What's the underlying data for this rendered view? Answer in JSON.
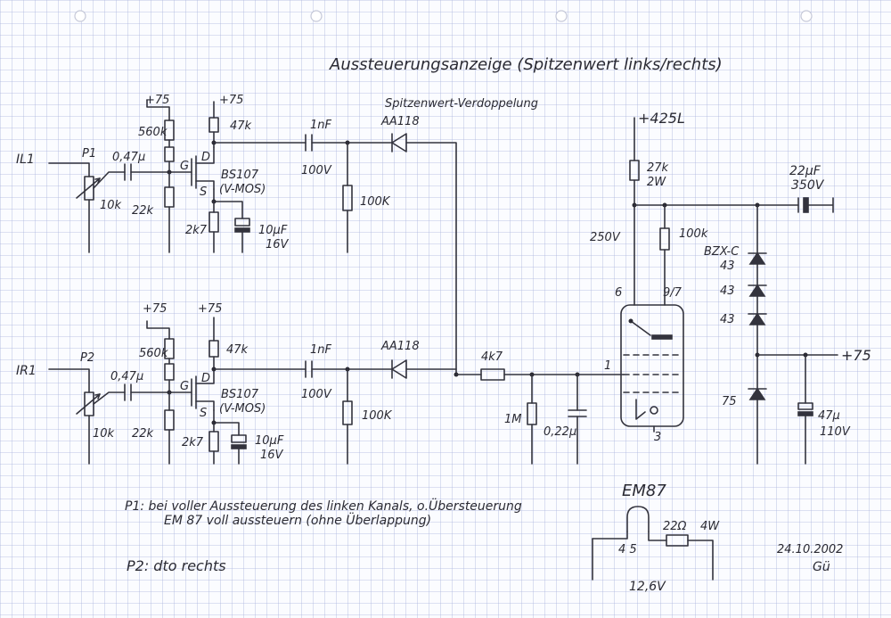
{
  "title": "Aussteuerungsanzeige (Spitzenwert links/rechts)",
  "subtitle": "Spitzenwert-Verdoppelung",
  "channels": {
    "left": {
      "input": "IL1",
      "pot": "P1",
      "pot_value": "10k",
      "cap_in": "0,47µ",
      "r_upper": "560k",
      "r_lower": "22k",
      "supply": "+75",
      "drain_r": "47k",
      "fet": "BS107",
      "fet_type": "(V-MOS)",
      "gate": "G",
      "drain": "D",
      "source": "S",
      "source_r": "2k7",
      "source_cap": "10µF",
      "source_cap_v": "16V",
      "coupling_cap": "1nF",
      "coupling_cap_v": "100V",
      "shunt_r": "100K",
      "diode": "AA118"
    },
    "right": {
      "input": "IR1",
      "pot": "P2",
      "pot_value": "10k",
      "cap_in": "0,47µ",
      "r_upper": "560k",
      "r_lower": "22k",
      "supply": "+75",
      "drain_r": "47k",
      "fet": "BS107",
      "fet_type": "(V-MOS)",
      "gate": "G",
      "drain": "D",
      "source": "S",
      "source_r": "2k7",
      "source_cap": "10µF",
      "source_cap_v": "16V",
      "coupling_cap": "1nF",
      "coupling_cap_v": "100V",
      "shunt_r": "100K",
      "diode": "AA118"
    }
  },
  "output": {
    "series_r": "4k7",
    "grid_r": "1M",
    "grid_cap": "0,22µ",
    "hv_supply": "+425L",
    "hv_r": "27k",
    "hv_r_power": "2W",
    "node_voltage": "250V",
    "anode_r": "100k",
    "filter_cap": "22µF",
    "filter_cap_v": "350V",
    "zener_type": "BZX-C",
    "zeners": [
      "43",
      "43",
      "43",
      "75"
    ],
    "out_supply": "+75",
    "out_cap": "47µ",
    "out_cap_v": "110V",
    "tube_pins": {
      "p6": "6",
      "p917": "9/7",
      "p1": "1",
      "p3": "3"
    }
  },
  "heater": {
    "tube": "EM87",
    "pins": "4 5",
    "resistor": "22Ω",
    "resistor_power": "4W",
    "voltage": "12,6V"
  },
  "notes": {
    "p1_line1": "P1: bei voller Aussteuerung des linken Kanals, o.Übersteuerung",
    "p1_line2": "EM 87 voll aussteuern (ohne Überlappung)",
    "p2": "P2:   dto   rechts"
  },
  "signature": {
    "date": "24.10.2002",
    "initials": "Gü"
  }
}
